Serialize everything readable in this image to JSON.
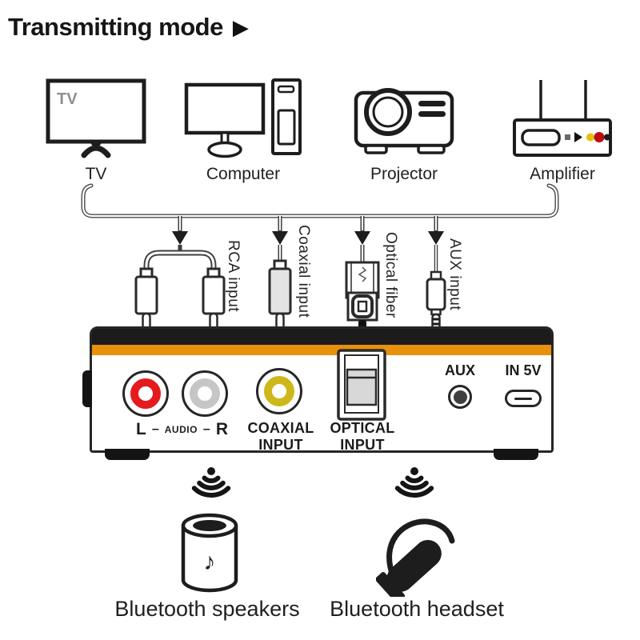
{
  "title": {
    "text": "Transmitting mode",
    "arrow": "▶"
  },
  "colors": {
    "ink": "#1d1d1d",
    "orange_stripe": "#E8910D",
    "red_port": "#E51A1C",
    "white_port": "#C6C6C6",
    "yellow_port": "#CEB71B",
    "amp_dot_yellow": "#E5C00A",
    "amp_dot_red": "#BB0F0F",
    "amp_dot_black": "#1d1d1d"
  },
  "sources": [
    {
      "label": "TV",
      "screen_text": "TV"
    },
    {
      "label": "Computer"
    },
    {
      "label": "Projector"
    },
    {
      "label": "Amplifier"
    }
  ],
  "cables": [
    {
      "label": "RCA input"
    },
    {
      "label": "Coaxial input"
    },
    {
      "label": "Optical fiber"
    },
    {
      "label": "AUX input"
    }
  ],
  "device": {
    "audio": {
      "left": "L",
      "dash": "–",
      "center": "AUDIO",
      "right": "R"
    },
    "coaxial_line1": "COAXIAL",
    "coaxial_line2": "INPUT",
    "optical_line1": "OPTICAL",
    "optical_line2": "INPUT",
    "aux_label": "AUX",
    "power_label": "IN 5V"
  },
  "outputs": [
    {
      "label": "Bluetooth speakers"
    },
    {
      "label": "Bluetooth headset"
    }
  ],
  "icons": {
    "music_note": "♪"
  }
}
